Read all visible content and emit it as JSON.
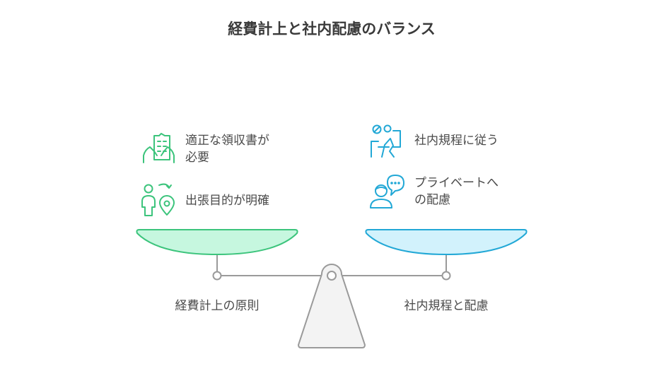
{
  "title": "経費計上と社内配慮のバランス",
  "left": {
    "label": "経費計上の原則",
    "color": "#3cc47c",
    "fill": "#c6f7df",
    "items": [
      {
        "icon": "receipt-hands-icon",
        "line1": "適正な領収書が",
        "line2": "必要"
      },
      {
        "icon": "person-location-icon",
        "line1": "出張目的が明確"
      }
    ]
  },
  "right": {
    "label": "社内規程と配慮",
    "color": "#22a8d6",
    "fill": "#d2f2fc",
    "items": [
      {
        "icon": "rules-person-icon",
        "line1": "社内規程に従う"
      },
      {
        "icon": "person-speech-icon",
        "line1": "プライベートへ",
        "line2": "の配慮"
      }
    ]
  }
}
